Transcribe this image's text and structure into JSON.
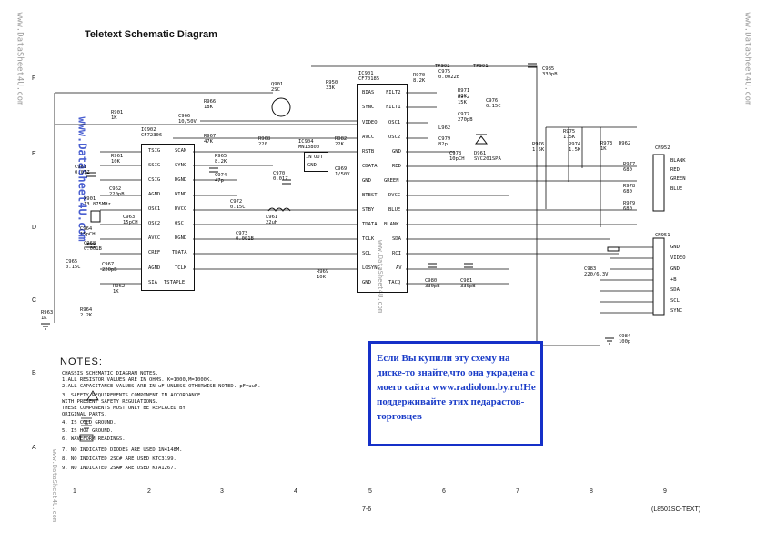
{
  "title": "Teletext Schematic Diagram",
  "row_labels": [
    "F",
    "E",
    "D",
    "C",
    "B",
    "A"
  ],
  "column_labels": [
    "1",
    "2",
    "3",
    "4",
    "5",
    "6",
    "7",
    "8",
    "9"
  ],
  "watermark": "www.DataSheet4U.com",
  "ic902": {
    "ref": "IC902",
    "part": "CF72306",
    "left_pins": [
      "TSIG",
      "SSIG",
      "CSIG",
      "AGND",
      "OSC1",
      "OSC2",
      "AVCC",
      "CREF",
      "AGND",
      "SIA"
    ],
    "right_pins": [
      "SCAN",
      "SYNC",
      "DGND",
      "WIND",
      "DVCC",
      "OSC",
      "DGND",
      "TDATA",
      "TCLK",
      "TSTAPLE"
    ]
  },
  "ic901": {
    "ref": "IC901",
    "part": "CF70185",
    "left_pins": [
      "BIAS",
      "SYNC",
      "VIDEO",
      "AVCC",
      "RSTB",
      "CDATA",
      "GND",
      "BTEST",
      "STBY",
      "TDATA",
      "TCLK",
      "SCL",
      "LOSYNC",
      "GND"
    ],
    "right_pins": [
      "FILT2",
      "FILT1",
      "OSC1",
      "OSC2",
      "GND",
      "RED",
      "GREEN",
      "DVCC",
      "BLUE",
      "BLANK",
      "SDA",
      "RCI",
      "AV",
      "TACQ"
    ]
  },
  "ic904": {
    "ref": "IC904",
    "part": "MN13800",
    "pins": [
      "IN",
      "OUT",
      "GND"
    ]
  },
  "cn952": {
    "ref": "CN952",
    "pins": [
      "BLANK",
      "RED",
      "GREEN",
      "BLUE"
    ]
  },
  "cn951": {
    "ref": "CN951",
    "pins": [
      "GND",
      "VIDEO",
      "GND",
      "+B",
      "SDA",
      "SCL",
      "SYNC"
    ]
  },
  "components": [
    {
      "ref": "R901",
      "value": "1K"
    },
    {
      "ref": "Q901",
      "value": "2SC"
    },
    {
      "ref": "R950",
      "value": "33K"
    },
    {
      "ref": "R966",
      "value": "18K"
    },
    {
      "ref": "C966",
      "value": "10/50V"
    },
    {
      "ref": "R967",
      "value": "47K"
    },
    {
      "ref": "R961",
      "value": "10K"
    },
    {
      "ref": "C961",
      "value": "0.01Z"
    },
    {
      "ref": "C962",
      "value": "220pB"
    },
    {
      "ref": "X901",
      "value": "13.875MHz"
    },
    {
      "ref": "C963",
      "value": "15pCH"
    },
    {
      "ref": "C964",
      "value": "15pCH"
    },
    {
      "ref": "C968",
      "value": "0.001B"
    },
    {
      "ref": "C967",
      "value": "220pB"
    },
    {
      "ref": "C965",
      "value": "0.15C"
    },
    {
      "ref": "R962",
      "value": "1K"
    },
    {
      "ref": "R965",
      "value": "8.2K"
    },
    {
      "ref": "C974",
      "value": "47p"
    },
    {
      "ref": "C972",
      "value": "0.15C"
    },
    {
      "ref": "C973",
      "value": "0.001B"
    },
    {
      "ref": "L961",
      "value": "22uH"
    },
    {
      "ref": "R968",
      "value": "220"
    },
    {
      "ref": "C970",
      "value": "0.01Z"
    },
    {
      "ref": "C969",
      "value": "1/50V"
    },
    {
      "ref": "R982",
      "value": "22K"
    },
    {
      "ref": "R969",
      "value": "10K"
    },
    {
      "ref": "R970",
      "value": "8.2K"
    },
    {
      "ref": "TP902",
      "value": ""
    },
    {
      "ref": "C975",
      "value": "0.0022B"
    },
    {
      "ref": "TP901",
      "value": ""
    },
    {
      "ref": "C985",
      "value": "330pB"
    },
    {
      "ref": "R971",
      "value": "33K"
    },
    {
      "ref": "R972",
      "value": "15K"
    },
    {
      "ref": "C976",
      "value": "0.15C"
    },
    {
      "ref": "L962",
      "value": ""
    },
    {
      "ref": "C977",
      "value": "270pB"
    },
    {
      "ref": "C979",
      "value": "82p"
    },
    {
      "ref": "C978",
      "value": "10pCH"
    },
    {
      "ref": "D961",
      "value": "SVC201SPA"
    },
    {
      "ref": "R976",
      "value": "1.5K"
    },
    {
      "ref": "R975",
      "value": "1.5K"
    },
    {
      "ref": "R974",
      "value": "1.5K"
    },
    {
      "ref": "R973",
      "value": "1K"
    },
    {
      "ref": "D962",
      "value": ""
    },
    {
      "ref": "R977",
      "value": "680"
    },
    {
      "ref": "R978",
      "value": "680"
    },
    {
      "ref": "R979",
      "value": "680"
    },
    {
      "ref": "C980",
      "value": "330pB"
    },
    {
      "ref": "C981",
      "value": "330pB"
    },
    {
      "ref": "C983",
      "value": "220/6.3V"
    },
    {
      "ref": "C984",
      "value": "100p"
    },
    {
      "ref": "R964",
      "value": "2.2K"
    },
    {
      "ref": "R963",
      "value": "1K"
    }
  ],
  "notes": {
    "heading": "NOTES:",
    "lines": [
      "CHASSIS SCHEMATIC DIAGRAM NOTES.",
      "1.ALL RESISTOR VALUES ARE IN OHMS. K=1000,M=1000K.",
      "2.ALL CAPACITANCE VALUES ARE IN uF UNLESS OTHERWISE NOTED. pF=uuF.",
      "3.   SAFETY REQUIREMENTS COMPONENT IN ACCORDANCE",
      "     WITH PRESENT SAFETY REGULATIONS.",
      "     THESE COMPONENTS MUST ONLY BE REPLACED BY",
      "     ORIGINAL PARTS.",
      "4.   IS COLD GROUND.",
      "5.   IS HOT GROUND.",
      "6.   WAVEFORM READINGS.",
      "7. NO INDICATED DIODES ARE USED 1N4148M.",
      "8. NO INDICATED 2SC# ARE USED KTC3199.",
      "9. NO INDICATED 2SA# ARE USED KTA1267."
    ]
  },
  "notice": "Если Вы купили эту схему на диске-то знайте,что она украдена с моего сайта www.radiolom.by.ru!Не поддерживайте этих педарастов-торговцев",
  "page_number": "7-6",
  "model_code": "(L8501SC-TEXT)"
}
